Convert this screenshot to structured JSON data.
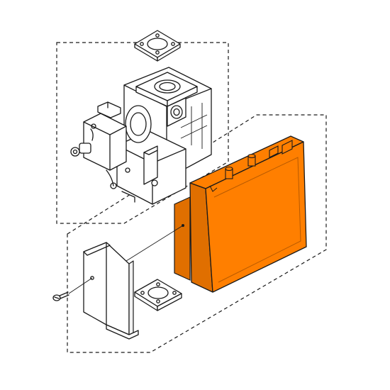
{
  "diagram": {
    "colors": {
      "highlight_fill": "#ff7f00",
      "highlight_shade": "#e06f00",
      "highlight_dark": "#b85a00",
      "line": "#1a1a1a",
      "background": "#ffffff"
    },
    "parts": [
      "gasket-top",
      "gas-valve-body",
      "solenoid-coil",
      "ignition-control-module",
      "module-bracket",
      "mounting-screw",
      "gasket-bottom"
    ],
    "highlighted_part": "ignition-control-module"
  }
}
